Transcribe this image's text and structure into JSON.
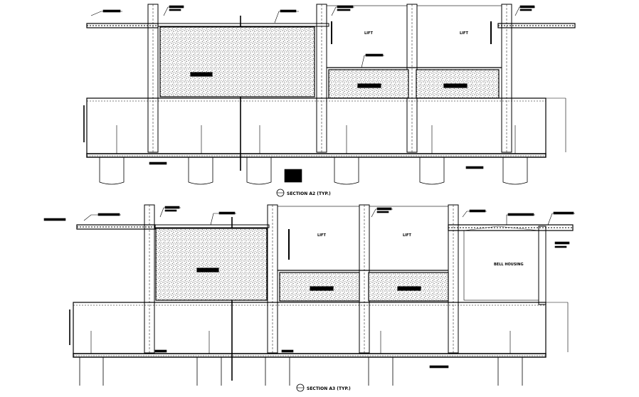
{
  "sections": [
    {
      "id": "a2",
      "title": "SECTION A2 (TYP.)",
      "spaces": [
        {
          "id": "lift-1",
          "label": "LIFT"
        },
        {
          "id": "lift-2",
          "label": "LIFT"
        }
      ]
    },
    {
      "id": "a3",
      "title": "SECTION A3 (TYP.)",
      "spaces": [
        {
          "id": "lift-1",
          "label": "LIFT"
        },
        {
          "id": "lift-2",
          "label": "LIFT"
        },
        {
          "id": "room",
          "label": "BELL HOUSING"
        }
      ]
    }
  ],
  "colors": {
    "line": "#000000",
    "background": "#ffffff",
    "hatch": "#000000"
  }
}
